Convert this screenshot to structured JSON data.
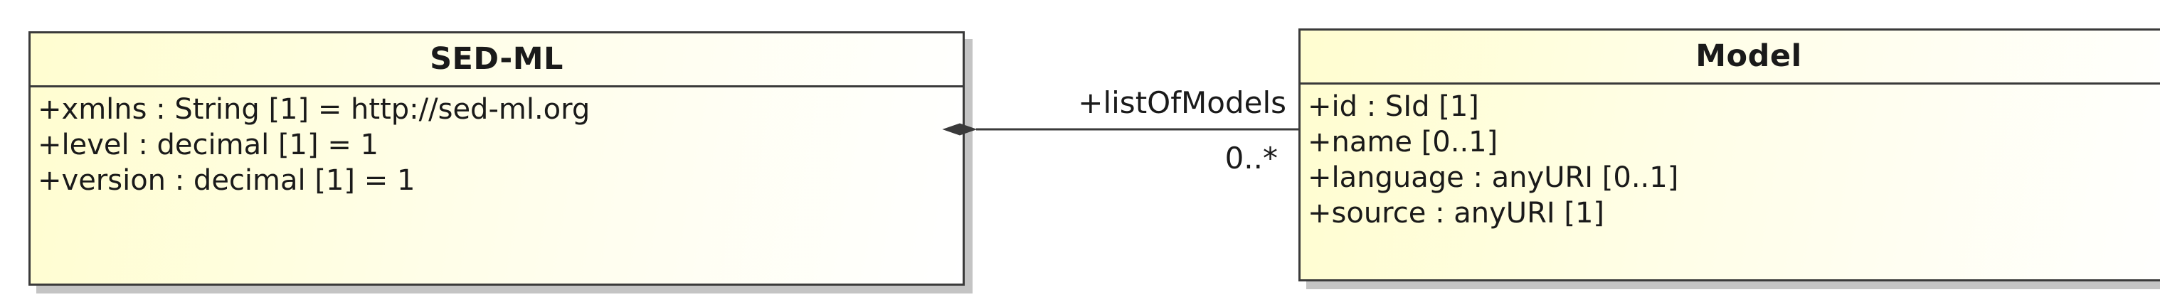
{
  "classes": {
    "sedml": {
      "name": "SED-ML",
      "attributes": [
        "+xmlns : String [1] = http://sed-ml.org",
        "+level : decimal [1] = 1",
        "+version : decimal [1] = 1"
      ]
    },
    "model": {
      "name": "Model",
      "attributes": [
        "+id : SId [1]",
        "+name [0..1]",
        "+language : anyURI [0..1]",
        "+source : anyURI [1]"
      ]
    }
  },
  "association": {
    "type": "composition",
    "role": "+listOfModels",
    "multiplicity": "0..*"
  },
  "colors": {
    "class_fill_start": "#fffdd0",
    "class_border": "#3a3a3a",
    "shadow": "#c4c4c4"
  }
}
